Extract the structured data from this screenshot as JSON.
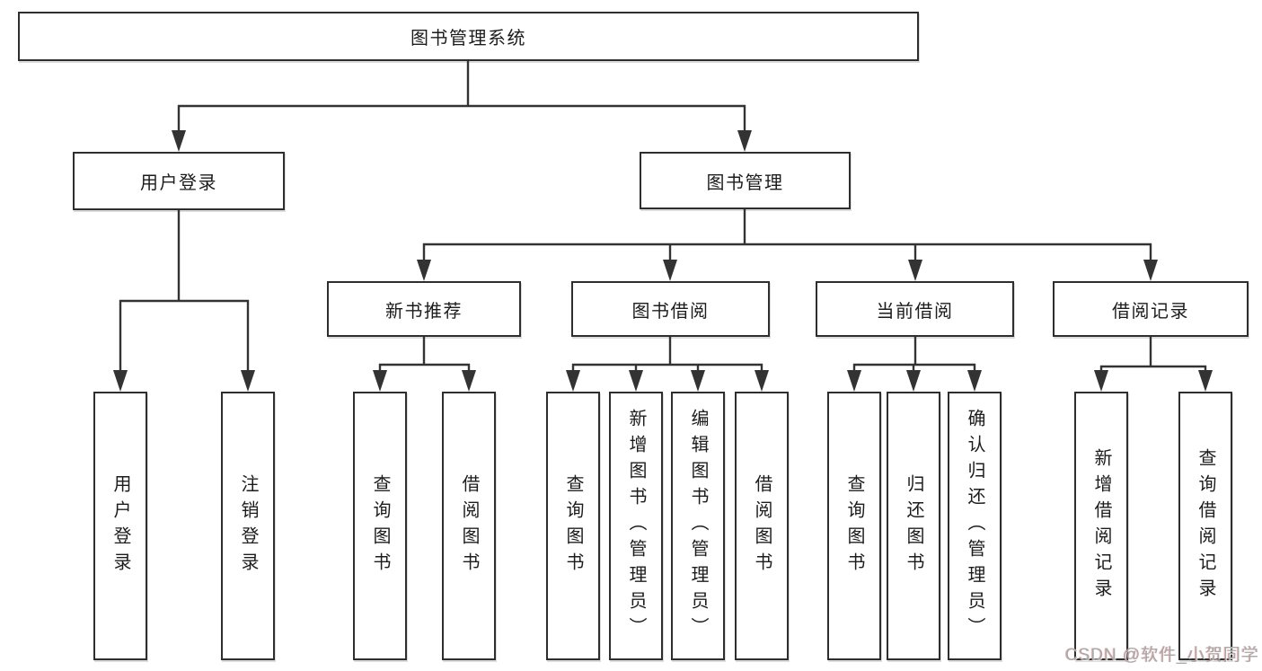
{
  "diagram": {
    "root": {
      "label": "图书管理系统"
    },
    "level2": [
      {
        "label": "用户登录"
      },
      {
        "label": "图书管理"
      }
    ],
    "level3": [
      {
        "label": "新书推荐"
      },
      {
        "label": "图书借阅"
      },
      {
        "label": "当前借阅"
      },
      {
        "label": "借阅记录"
      }
    ],
    "leaves": {
      "user_login": [
        {
          "label": "用户登录"
        },
        {
          "label": "注销登录"
        }
      ],
      "new_book": [
        {
          "label": "查询图书"
        },
        {
          "label": "借阅图书"
        }
      ],
      "borrow": [
        {
          "label": "查询图书"
        },
        {
          "label": "新增图书（管理员）"
        },
        {
          "label": "编辑图书（管理员）"
        },
        {
          "label": "借阅图书"
        }
      ],
      "current": [
        {
          "label": "查询图书"
        },
        {
          "label": "归还图书"
        },
        {
          "label": "确认归还（管理员）"
        }
      ],
      "records": [
        {
          "label": "新增借阅记录"
        },
        {
          "label": "查询借阅记录"
        }
      ]
    },
    "watermark": "CSDN @软件_小贺同学",
    "colors": {
      "line": "#333333",
      "box_border": "#2e2e2e",
      "box_fill": "#ffffff",
      "text": "#1c1c1c",
      "watermark": "#a9a9a9"
    }
  }
}
